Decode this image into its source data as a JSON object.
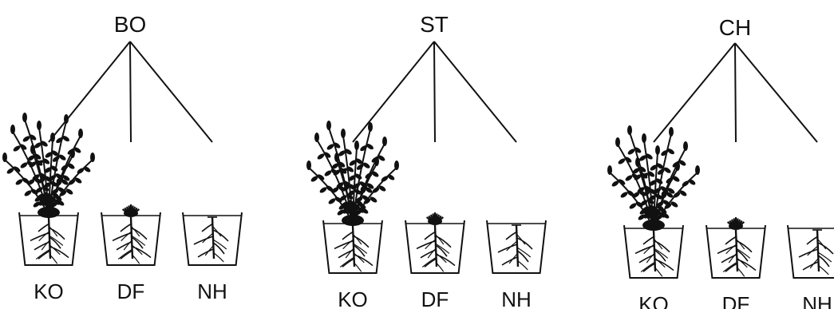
{
  "groups": [
    {
      "label": "BO",
      "pots": [
        {
          "label": "KO",
          "plant": "large"
        },
        {
          "label": "DF",
          "plant": "small"
        },
        {
          "label": "NH",
          "plant": "none"
        }
      ]
    },
    {
      "label": "ST",
      "pots": [
        {
          "label": "KO",
          "plant": "large"
        },
        {
          "label": "DF",
          "plant": "small"
        },
        {
          "label": "NH",
          "plant": "none"
        }
      ]
    },
    {
      "label": "CH",
      "pots": [
        {
          "label": "KO",
          "plant": "large"
        },
        {
          "label": "DF",
          "plant": "small"
        },
        {
          "label": "NH",
          "plant": "none"
        }
      ]
    }
  ],
  "colors": {
    "ink": "#111111",
    "background": "#ffffff"
  }
}
